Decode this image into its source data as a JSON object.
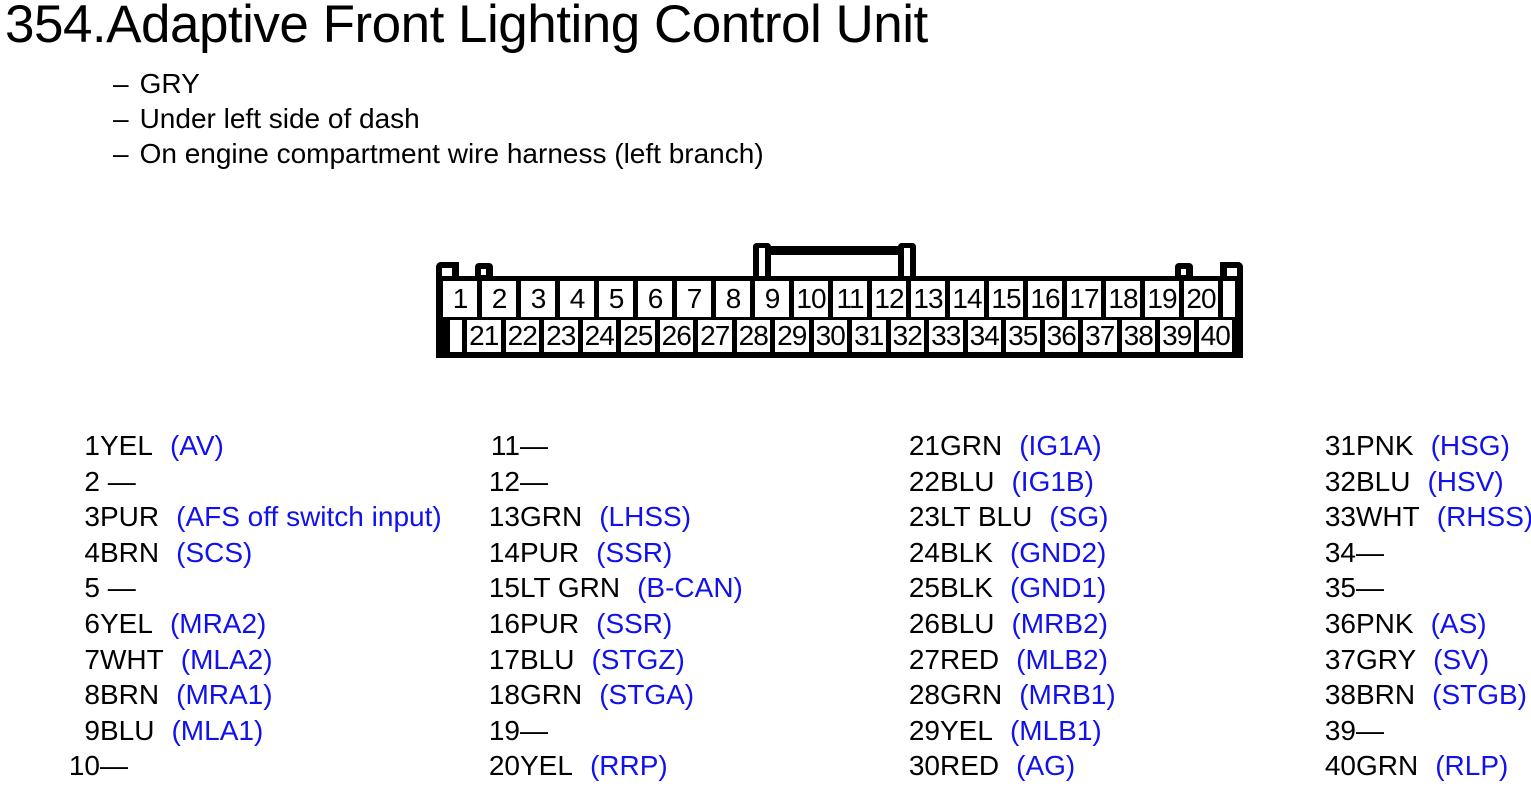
{
  "colors": {
    "background": "#ffffff",
    "text": "#000000",
    "signal": "#1111ee",
    "connector": "#000000"
  },
  "header": {
    "title": "354.Adaptive Front Lighting Control Unit",
    "notes": [
      {
        "dash": "–",
        "text": "GRY"
      },
      {
        "dash": "–",
        "text": "Under left side of dash"
      },
      {
        "dash": "–",
        "text": "On engine compartment wire harness (left branch)"
      }
    ]
  },
  "connector": {
    "top_row_pins": [
      "1",
      "2",
      "3",
      "4",
      "5",
      "6",
      "7",
      "8",
      "9",
      "10",
      "11",
      "12",
      "13",
      "14",
      "15",
      "16",
      "17",
      "18",
      "19",
      "20"
    ],
    "bottom_row_pins": [
      "21",
      "22",
      "23",
      "24",
      "25",
      "26",
      "27",
      "28",
      "29",
      "30",
      "31",
      "32",
      "33",
      "34",
      "35",
      "36",
      "37",
      "38",
      "39",
      "40"
    ]
  },
  "pinout": {
    "columns": [
      {
        "rows": [
          {
            "pin": "1",
            "color": "YEL",
            "signal": "(AV)"
          },
          {
            "pin": "2",
            "color": " —",
            "signal": ""
          },
          {
            "pin": "3",
            "color": "PUR",
            "signal": "(AFS off switch input)"
          },
          {
            "pin": "4",
            "color": "BRN",
            "signal": "(SCS)"
          },
          {
            "pin": "5",
            "color": " —",
            "signal": ""
          },
          {
            "pin": "6",
            "color": "YEL",
            "signal": "(MRA2)"
          },
          {
            "pin": "7",
            "color": "WHT",
            "signal": "(MLA2)"
          },
          {
            "pin": "8",
            "color": "BRN",
            "signal": "(MRA1)"
          },
          {
            "pin": "9",
            "color": "BLU",
            "signal": "(MLA1)"
          },
          {
            "pin": "10",
            "color": "—",
            "signal": ""
          }
        ]
      },
      {
        "rows": [
          {
            "pin": "11",
            "color": "—",
            "signal": ""
          },
          {
            "pin": "12",
            "color": "—",
            "signal": ""
          },
          {
            "pin": "13",
            "color": "GRN",
            "signal": "(LHSS)"
          },
          {
            "pin": "14",
            "color": "PUR",
            "signal": "(SSR)"
          },
          {
            "pin": "15",
            "color": "LT GRN",
            "signal": "(B-CAN)"
          },
          {
            "pin": "16",
            "color": "PUR",
            "signal": "(SSR)"
          },
          {
            "pin": "17",
            "color": "BLU",
            "signal": "(STGZ)"
          },
          {
            "pin": "18",
            "color": "GRN",
            "signal": "(STGA)"
          },
          {
            "pin": "19",
            "color": "—",
            "signal": ""
          },
          {
            "pin": "20",
            "color": "YEL",
            "signal": "(RRP)"
          }
        ]
      },
      {
        "rows": [
          {
            "pin": "21",
            "color": "GRN",
            "signal": "(IG1A)"
          },
          {
            "pin": "22",
            "color": "BLU",
            "signal": "(IG1B)"
          },
          {
            "pin": "23",
            "color": "LT BLU",
            "signal": "(SG)"
          },
          {
            "pin": "24",
            "color": "BLK",
            "signal": "(GND2)"
          },
          {
            "pin": "25",
            "color": "BLK",
            "signal": "(GND1)"
          },
          {
            "pin": "26",
            "color": "BLU",
            "signal": "(MRB2)"
          },
          {
            "pin": "27",
            "color": "RED",
            "signal": "(MLB2)"
          },
          {
            "pin": "28",
            "color": "GRN",
            "signal": "(MRB1)"
          },
          {
            "pin": "29",
            "color": "YEL",
            "signal": "(MLB1)"
          },
          {
            "pin": "30",
            "color": "RED",
            "signal": "(AG)"
          }
        ]
      },
      {
        "rows": [
          {
            "pin": "31",
            "color": "PNK",
            "signal": "(HSG)"
          },
          {
            "pin": "32",
            "color": "BLU",
            "signal": "(HSV)"
          },
          {
            "pin": "33",
            "color": "WHT",
            "signal": "(RHSS)"
          },
          {
            "pin": "34",
            "color": "—",
            "signal": ""
          },
          {
            "pin": "35",
            "color": "—",
            "signal": ""
          },
          {
            "pin": "36",
            "color": "PNK",
            "signal": "(AS)"
          },
          {
            "pin": "37",
            "color": "GRY",
            "signal": "(SV)"
          },
          {
            "pin": "38",
            "color": "BRN",
            "signal": "(STGB)"
          },
          {
            "pin": "39",
            "color": "—",
            "signal": ""
          },
          {
            "pin": "40",
            "color": "GRN",
            "signal": "(RLP)"
          }
        ]
      }
    ]
  }
}
